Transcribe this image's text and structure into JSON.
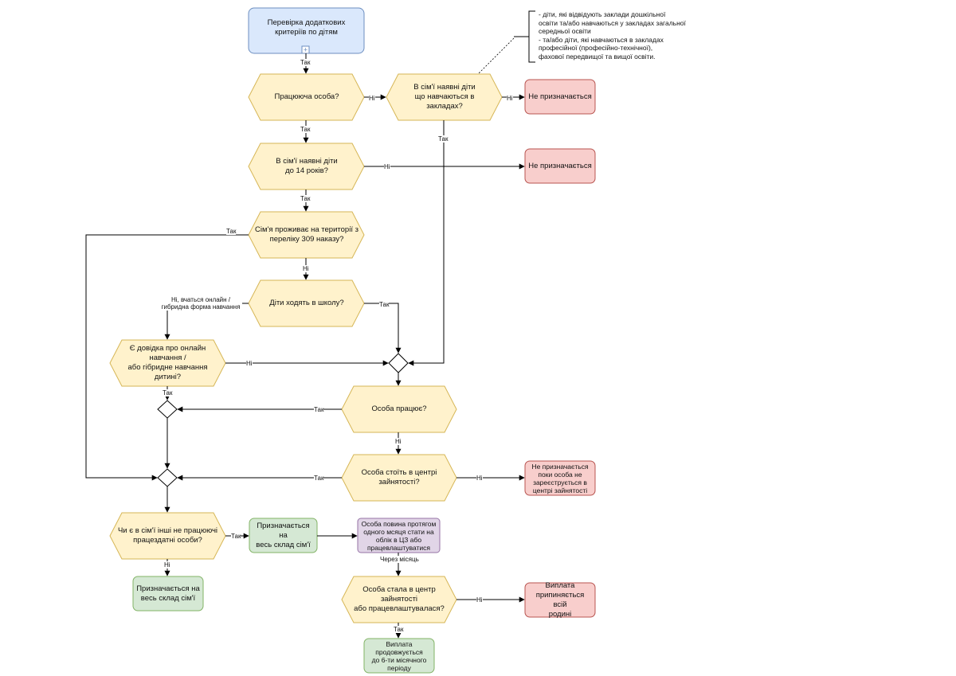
{
  "colors": {
    "start_fill": "#dae8fc",
    "start_stroke": "#6c8ebf",
    "decision_fill": "#fff2cc",
    "decision_stroke": "#d6b656",
    "refuse_fill": "#f8cecc",
    "refuse_stroke": "#b85450",
    "grant_fill": "#d5e8d4",
    "grant_stroke": "#82b366",
    "info_fill": "#e1d5e7",
    "info_stroke": "#9673a6"
  },
  "start": {
    "label": "Перевірка додаткових критеріїв по дітям",
    "expand_icon": "plus-icon"
  },
  "decisions": {
    "working": "Працююча особа?",
    "children_studying": "В сім'ї наявні діти\nщо навчаються в закладах?",
    "children_under_14": "В сім'ї наявні діти\nдо 14 років?",
    "territory": "Сім'я проживає на території з\nпереліку 309 наказу?",
    "school": "Діти ходять в школу?",
    "certificate": "Є довідка про онлайн навчання /\nабо гібридне навчання дитині?",
    "person_works": "Особа працює?",
    "employment_center": "Особа стоїть в центрі зайнятості?",
    "other_unemployed": "Чи є в сім'ї інші не працюючі\nпрацездатні особи?",
    "became_registered": "Особа стала в центр зайнятості\nабо працевлаштувалася?"
  },
  "outcomes": {
    "not_assigned_1": "Не призначається",
    "not_assigned_2": "Не призначається",
    "not_assigned_until": "Не призначається\nпоки особа не\nзареєструється в\nцентрі зайнятості",
    "assigned_family_right": "Призначається на\nвесь склад сім'ї",
    "assigned_family_bottom": "Призначається на\nвесь склад сім'ї",
    "must_register": "Особа повина протягом\nодного мсяця стати на\nоблік в ЦЗ або\nпрацевлаштуватися",
    "payment_stops": "Виплата\nприпиняється всій\nродині",
    "payment_continues": "Виплата\nпродовжується\nдо 6-ти місячного\nперіоду"
  },
  "note": "- діти, які відвідують заклади дошкільної\nосвіти та/або навчаються у закладах загальної\nсередньої освіти\n- та/або діти, які навчаються в закладах\nпрофесійної (професійно-технічної),\nфахової передвищої та вищої освіти.",
  "edge_labels": {
    "start_working": "Так",
    "working_no": "Ні",
    "studying_no": "Ні",
    "working_yes": "Так",
    "studying_yes": "Так",
    "under14_no": "Ні",
    "under14_yes": "Так",
    "territory_yes": "Так",
    "territory_no": "Ні",
    "school_online": "Ні, вчаться онлайн /\nгибридна форма навчання",
    "school_yes": "Так",
    "certificate_no": "Ні",
    "certificate_yes": "Так",
    "person_works_yes": "Так",
    "person_works_no": "Ні",
    "center_yes": "Так",
    "center_no": "Ні",
    "other_yes": "Так",
    "other_no": "Ні",
    "after_month": "Через місяць",
    "became_no": "Ні",
    "became_yes": "Так"
  }
}
